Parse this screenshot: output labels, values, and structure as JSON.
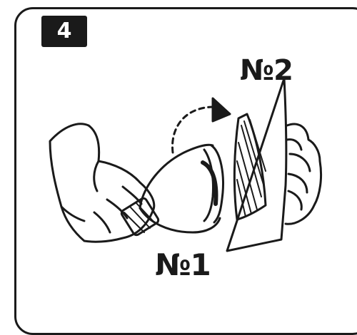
{
  "step": {
    "number": "4"
  },
  "labels": {
    "item_2": "№2",
    "item_1": "№1"
  },
  "colors": {
    "ink": "#1a1a1a",
    "paper": "#ffffff"
  },
  "icons": [
    "left-hand-icon",
    "right-hand-icon",
    "scoop-icon",
    "board-icon",
    "dashed-arrow-icon"
  ]
}
